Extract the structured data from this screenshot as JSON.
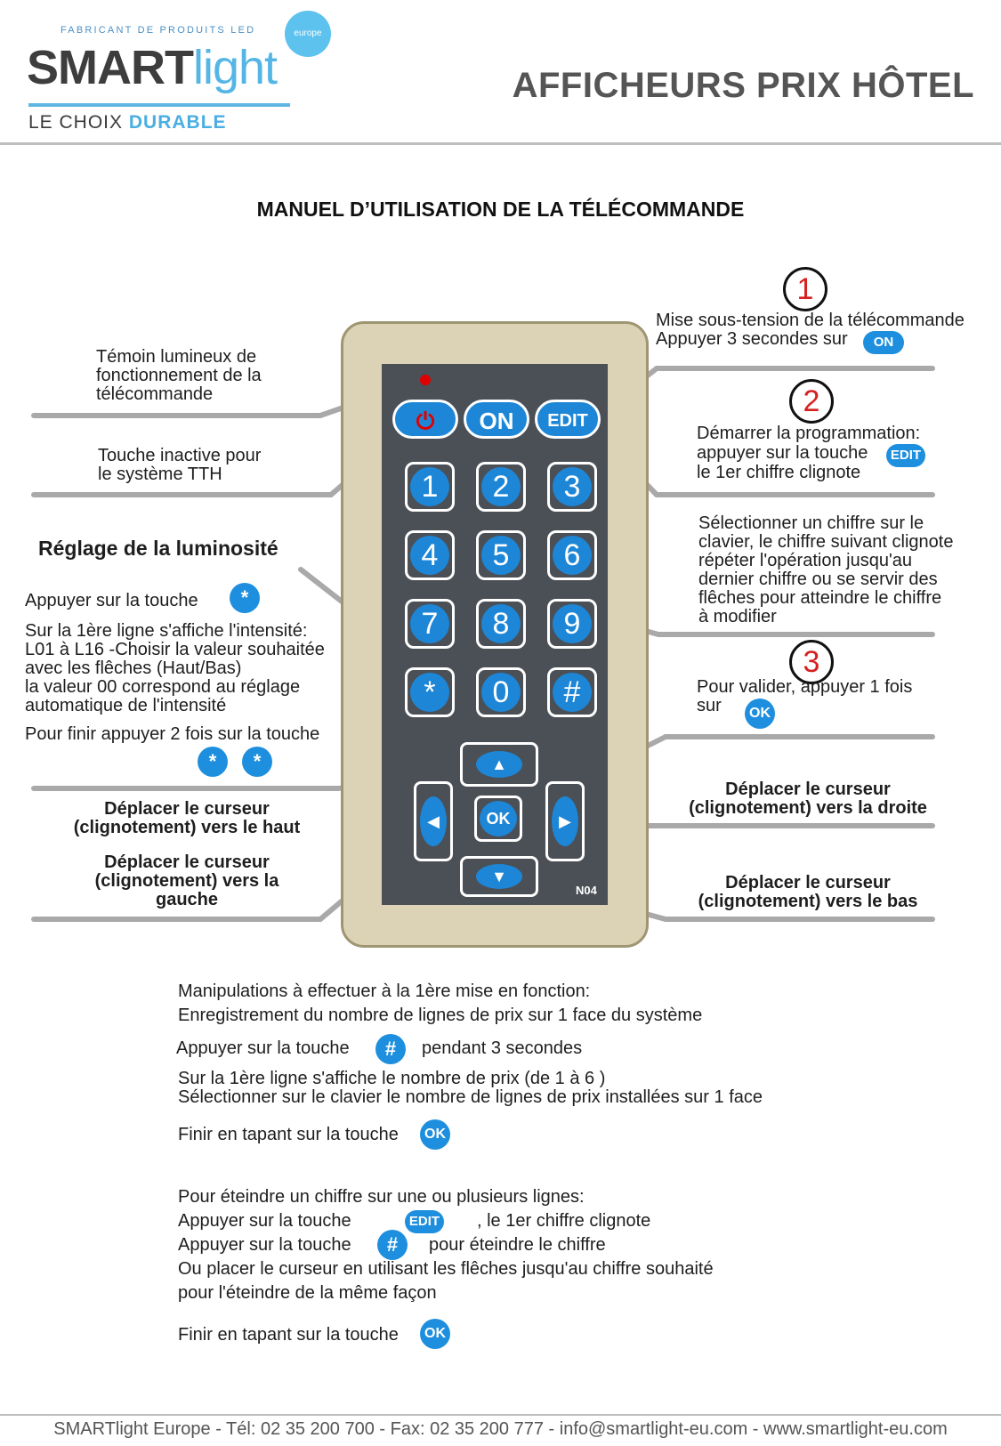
{
  "brand": {
    "tagline": "FABRICANT DE PRODUITS LED",
    "name_a": "SMART",
    "name_b": "light",
    "slogan_a": "LE CHOIX ",
    "slogan_b": "DURABLE",
    "badge": "europe"
  },
  "header": {
    "title": "AFFICHEURS PRIX HÔTEL"
  },
  "subtitle": "MANUEL D’UTILISATION DE LA TÉLÉCOMMANDE",
  "left": {
    "led_note": "Témoin lumineux de\nfonctionnement de la\ntélécommande",
    "inactive_note": "Touche inactive pour\nle système TTH",
    "brightness_heading": "Réglage de la luminosité",
    "brightness_step1": "Appuyer sur la touche",
    "brightness_body": "Sur la 1ère ligne s'affiche l'intensité:\nL01 à L16 -Choisir la valeur souhaitée\navec les flêches (Haut/Bas)\nla valeur 00 correspond au réglage\nautomatique de l'intensité",
    "brightness_end": "Pour finir appuyer 2 fois sur la touche",
    "cursor_up": "Déplacer le curseur\n(clignotement) vers le haut",
    "cursor_left": "Déplacer le curseur\n(clignotement) vers la\ngauche"
  },
  "right": {
    "step1_num": "1",
    "step1_text": "Mise sous-tension de la télécommande\nAppuyer 3 secondes sur",
    "step2_num": "2",
    "step2_line1": "Démarrer la programmation:",
    "step2_line2": "appuyer sur la touche",
    "step2_line3": "le 1er chiffre clignote",
    "select_text": "Sélectionner un chiffre sur le\nclavier, le chiffre suivant clignote\nrépéter l'opération jusqu'au\ndernier chiffre ou se servir des\nflêches pour atteindre le chiffre\nà modifier",
    "step3_num": "3",
    "step3_text": "Pour valider, appuyer 1 fois\nsur",
    "cursor_right": "Déplacer le curseur\n(clignotement) vers la droite",
    "cursor_down": "Déplacer le curseur\n(clignotement) vers le bas"
  },
  "remote": {
    "power": "⏻",
    "on": "ON",
    "edit": "EDIT",
    "keys": [
      "1",
      "2",
      "3",
      "4",
      "5",
      "6",
      "7",
      "8",
      "9",
      "*",
      "0",
      "#"
    ],
    "ok": "OK",
    "up": "▲",
    "down": "▼",
    "left": "◀",
    "right": "▶",
    "model": "N04"
  },
  "icons": {
    "on": "ON",
    "edit": "EDIT",
    "ok": "OK",
    "star": "*",
    "hash": "#"
  },
  "instructions": {
    "setup_1": "Manipulations à effectuer à la 1ère mise en fonction:",
    "setup_2": "Enregistrement du nombre de lignes de prix sur 1 face du système",
    "setup_3a": "Appuyer sur la touche",
    "setup_3b": "pendant 3 secondes",
    "setup_4": "Sur la 1ère ligne s'affiche le nombre de prix (de 1 à 6 )",
    "setup_5": "Sélectionner sur le clavier le nombre de lignes de prix installées sur 1 face",
    "setup_finish": "Finir en tapant sur la touche",
    "off_1": "Pour éteindre un chiffre sur une ou plusieurs lignes:",
    "off_2a": "Appuyer sur la touche",
    "off_2b": ", le 1er chiffre clignote",
    "off_3a": "Appuyer sur la touche",
    "off_3b": "pour éteindre le chiffre",
    "off_4": "Ou placer le curseur en utilisant les flêches jusqu'au chiffre souhaité",
    "off_5": "pour l'éteindre de la même façon",
    "off_finish": "Finir en tapant sur la touche"
  },
  "footer": "SMARTlight Europe - Tél: 02 35 200 700 - Fax: 02 35 200 777 - info@smartlight-eu.com - www.smartlight-eu.com"
}
